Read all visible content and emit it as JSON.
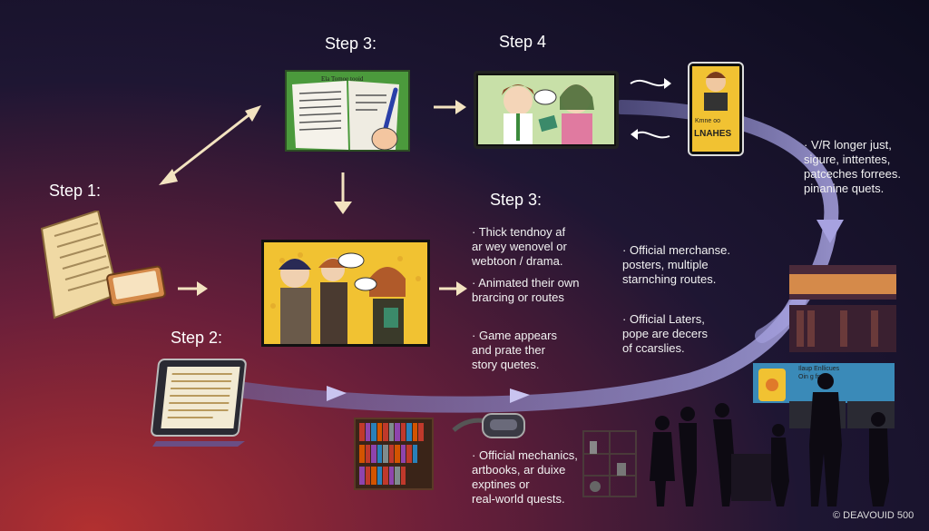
{
  "steps": {
    "step1": "Step 1:",
    "step2": "Step 2:",
    "step3_top": "Step 3:",
    "step4": "Step 4",
    "step3_mid": "Step 3:"
  },
  "panels": {
    "top_book": {
      "header": "Ela  Tomoe  tooid"
    },
    "phone_card": {
      "line1": "Kmne  oo",
      "line2": "LNAHES"
    }
  },
  "text_blocks": {
    "middle": [
      {
        "bullet": "·",
        "lines": [
          "Thick tendnoy af",
          "ar wey wenovel or",
          "webtoon / drama."
        ]
      },
      {
        "bullet": "·",
        "lines": [
          "Animated their own",
          "brarcing or routes"
        ]
      },
      {
        "bullet": "·",
        "lines": [
          "Game appears",
          "and prate ther",
          "story quetes."
        ]
      }
    ],
    "right_mid": [
      {
        "bullet": "·",
        "lines": [
          "Official merchanse.",
          "posters, multiple",
          "starnching routes."
        ]
      },
      {
        "bullet": "·",
        "lines": [
          "Official Laters,",
          "pope are decers",
          "of ccarslies."
        ]
      }
    ],
    "right_top": {
      "bullet": "·",
      "lines": [
        "V/R longer just,",
        "sigure, inttentes,",
        "patceches forrees.",
        "pinanine quets."
      ]
    },
    "bottom": {
      "bullet": "·",
      "lines": [
        "Official mechanics,",
        "artbooks, ar duixe",
        "exptines or",
        "real-world quests."
      ]
    }
  },
  "store_sign": {
    "line1": "Ilaup  Enllicues",
    "line2": "Oin  g  fmuk"
  },
  "watermark": "© DEAVOUID 500",
  "colors": {
    "accent_arrow": "#f3e3c0",
    "flow_band": "#8d86c9",
    "panel_yellow": "#f1c232",
    "panel_green": "#4b9a3c"
  }
}
